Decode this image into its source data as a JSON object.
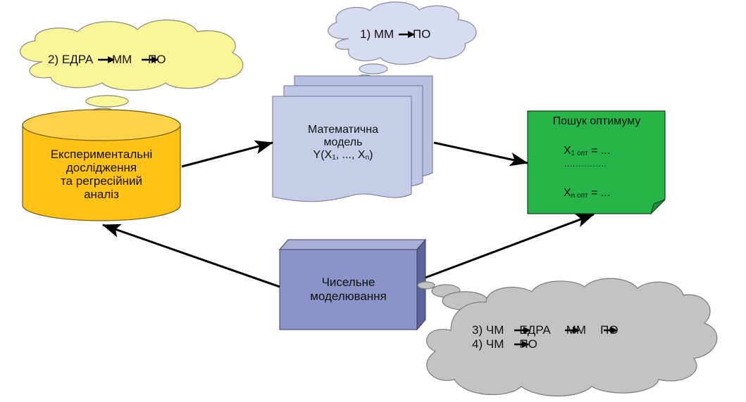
{
  "colors": {
    "yellow_cloud": "#fbf59a",
    "lavender_cloud": "#d7dcf3",
    "gray_cloud": "#c2c3c3",
    "cylinder": "#ffc215",
    "document": "#c6cde9",
    "box": "#8a94c8",
    "note": "#27b54a",
    "arrow": "#000000"
  },
  "clouds": {
    "edra": {
      "num": "2)",
      "a": "ЕДРА",
      "b": "ММ",
      "c": "ПО"
    },
    "mm": {
      "num": "1)",
      "a": "ММ",
      "b": "ПО"
    },
    "chm": {
      "l1": {
        "num": "3)",
        "a": "ЧМ",
        "b": "ЕДРА",
        "c": "ММ",
        "d": "ПО"
      },
      "l2": {
        "num": "4)",
        "a": "ЧМ",
        "b": "ПО"
      }
    }
  },
  "cylinder": {
    "lines": [
      "Експериментальні",
      "дослідження",
      "та регресійний",
      "аналіз"
    ]
  },
  "document": {
    "line1": "Математична",
    "line2": "модель",
    "formula": {
      "y": "Y(X",
      "s1": "1",
      "mid": ", ..., X",
      "sn": "n",
      "end": ")"
    }
  },
  "note": {
    "title": "Пошук оптимуму",
    "row1": {
      "x": "X",
      "sub": "1 опт",
      "eq": "= ..."
    },
    "dots": "...............",
    "row2": {
      "x": "X",
      "sub": "n опт",
      "eq": "= ..."
    }
  },
  "box": {
    "line1": "Чисельне",
    "line2": "моделювання"
  }
}
